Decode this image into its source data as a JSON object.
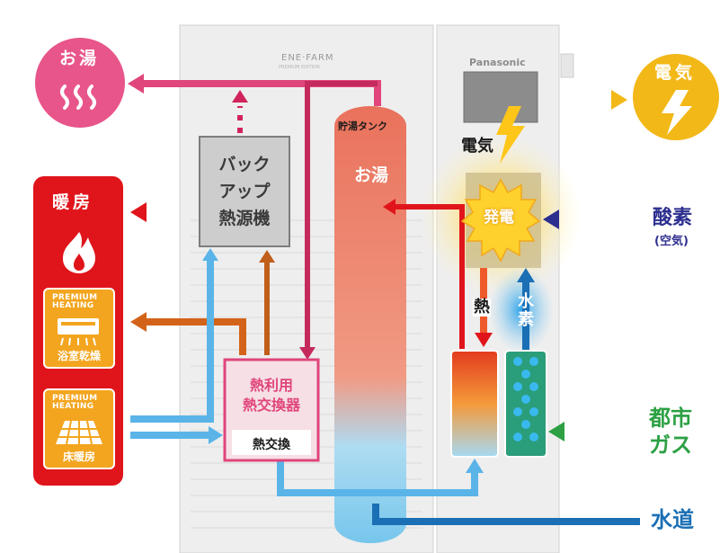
{
  "outputs": {
    "hot_water": "お湯",
    "electricity": "電気"
  },
  "heating": {
    "title": "暖房",
    "bathroom_card": {
      "badge_line1": "PREMIUM",
      "badge_line2": "HEATING",
      "caption": "浴室乾燥"
    },
    "floor_card": {
      "badge_line1": "PREMIUM",
      "badge_line2": "HEATING",
      "caption": "床暖房"
    }
  },
  "unit": {
    "logo": "ENE·FARM",
    "logo_sub": "PREMIUM EDITION",
    "brand": "Panasonic",
    "backup_heat_source": [
      "バック",
      "アップ",
      "熱源機"
    ],
    "tank_label": "貯湯タンク",
    "tank_hot_water": "お湯",
    "heat_exchanger_title": [
      "熱利用",
      "熱交換器"
    ],
    "heat_exchanger_sub": "熱交換",
    "electricity_label": "電気",
    "generation": "発電",
    "heat_label": "熱",
    "hydrogen_label": [
      "水",
      "素"
    ]
  },
  "inputs": {
    "oxygen": "酸素",
    "oxygen_sub": "(空気)",
    "city_gas": [
      "都市",
      "ガス"
    ],
    "water": "水道"
  },
  "colors": {
    "pink": "#e0457b",
    "red": "#e0151b",
    "orange": "#d4631a",
    "light_blue": "#5ab4e8",
    "blue": "#1a6fb5",
    "yellow": "#f2b817",
    "green": "#2ca043",
    "indigo": "#2d2f8f"
  }
}
